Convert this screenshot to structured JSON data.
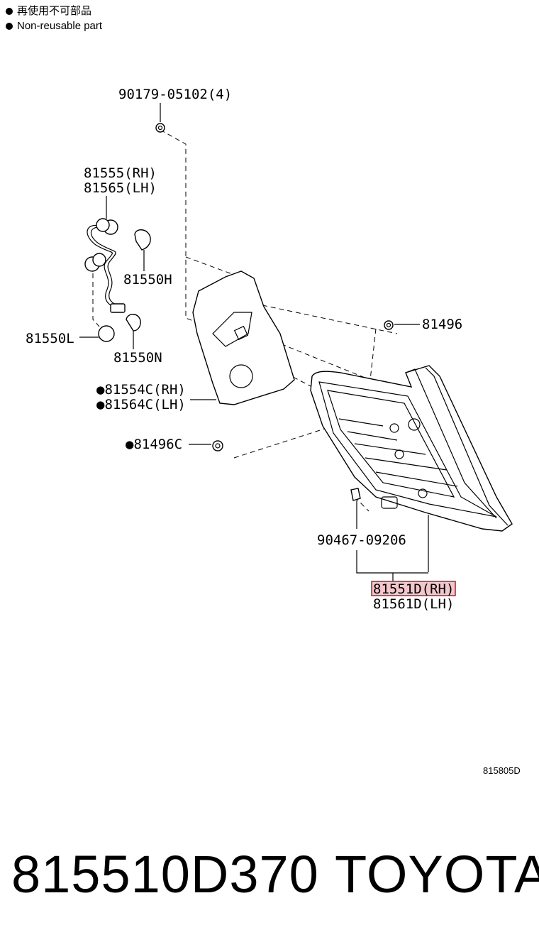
{
  "legend": {
    "line1": "再使用不可部品",
    "line2": "Non-reusable part"
  },
  "parts": {
    "nut": "90179-05102(4)",
    "socket_rh": "81555(RH)",
    "socket_lh": "81565(LH)",
    "bulb_h": "81550H",
    "bulb_l": "81550L",
    "bulb_n": "81550N",
    "gasket_rh": "●81554C(RH)",
    "gasket_lh": "●81564C(LH)",
    "clip_c": "●81496C",
    "clip": "81496",
    "screw": "90467-09206",
    "lamp_rh": "81551D(RH)",
    "lamp_lh": "81561D(LH)"
  },
  "figure_code": "815805D",
  "footer": {
    "part_number": "815510D370",
    "brand": "TOYOTA"
  },
  "colors": {
    "highlight": "#d22020",
    "highlight_fill": "#f3c6cc"
  }
}
